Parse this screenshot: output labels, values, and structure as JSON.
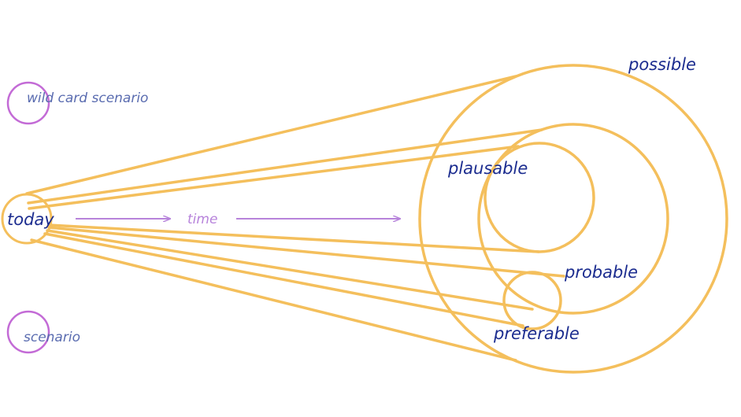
{
  "colors": {
    "cone": "#F4BF5C",
    "accent_purple": "#C36BD6",
    "label_navy": "#1B2C8F",
    "label_blue": "#5A6CB0",
    "time_purple": "#B783DB"
  },
  "labels": {
    "today": "today",
    "time": "time",
    "possible": "possible",
    "plausable": "plausable",
    "probable": "probable",
    "preferable": "preferable",
    "wild_card": "wild card scenario",
    "scenario": "scenario"
  }
}
